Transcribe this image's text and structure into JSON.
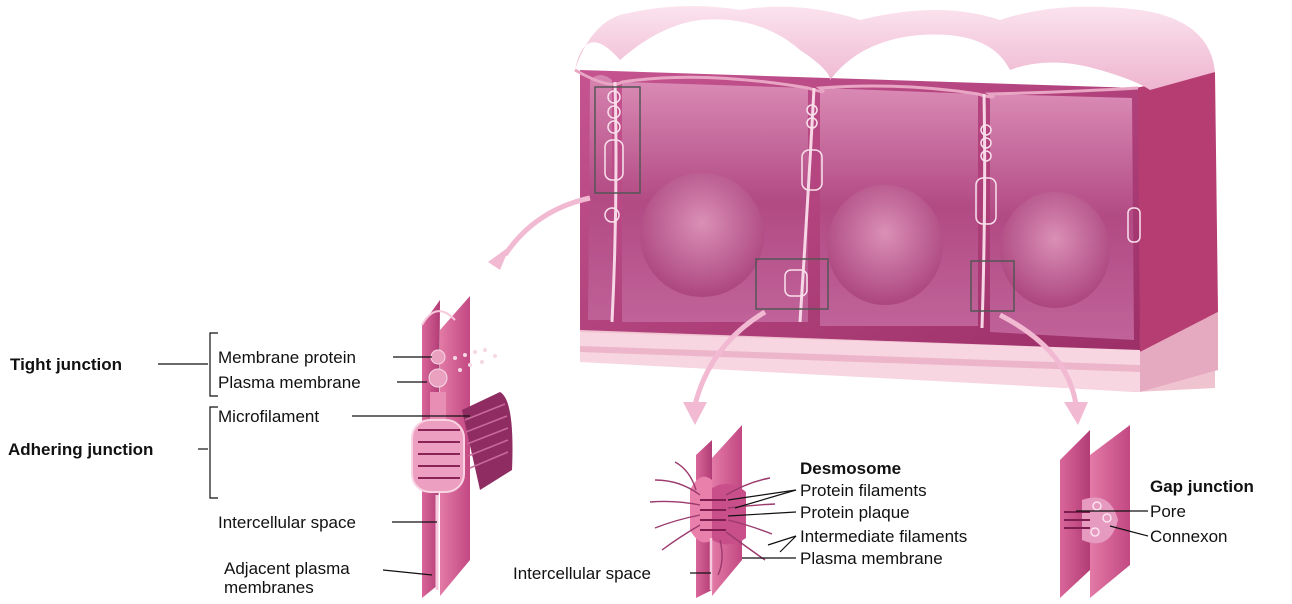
{
  "labels": {
    "tight_junction": "Tight junction",
    "adhering_junction": "Adhering junction",
    "membrane_protein": "Membrane protein",
    "plasma_membrane_left": "Plasma membrane",
    "microfilament": "Microfilament",
    "intercellular_space_left": "Intercellular space",
    "adjacent_plasma_line1": "Adjacent plasma",
    "adjacent_plasma_line2": "membranes",
    "desmosome": "Desmosome",
    "protein_filaments": "Protein filaments",
    "protein_plaque": "Protein plaque",
    "intermediate_filaments": "Intermediate filaments",
    "plasma_membrane_mid": "Plasma membrane",
    "intercellular_space_mid": "Intercellular space",
    "gap_junction": "Gap junction",
    "pore": "Pore",
    "connexon": "Connexon"
  },
  "colors": {
    "tissue": "#b8457e",
    "tissue_dark": "#8e2a5e",
    "tissue_light": "#e9a3c4",
    "top_surface": "#f6d2e2",
    "basement": "#f3c9d6",
    "membrane": "#d45f8e",
    "arrow": "#f2b9d2"
  }
}
